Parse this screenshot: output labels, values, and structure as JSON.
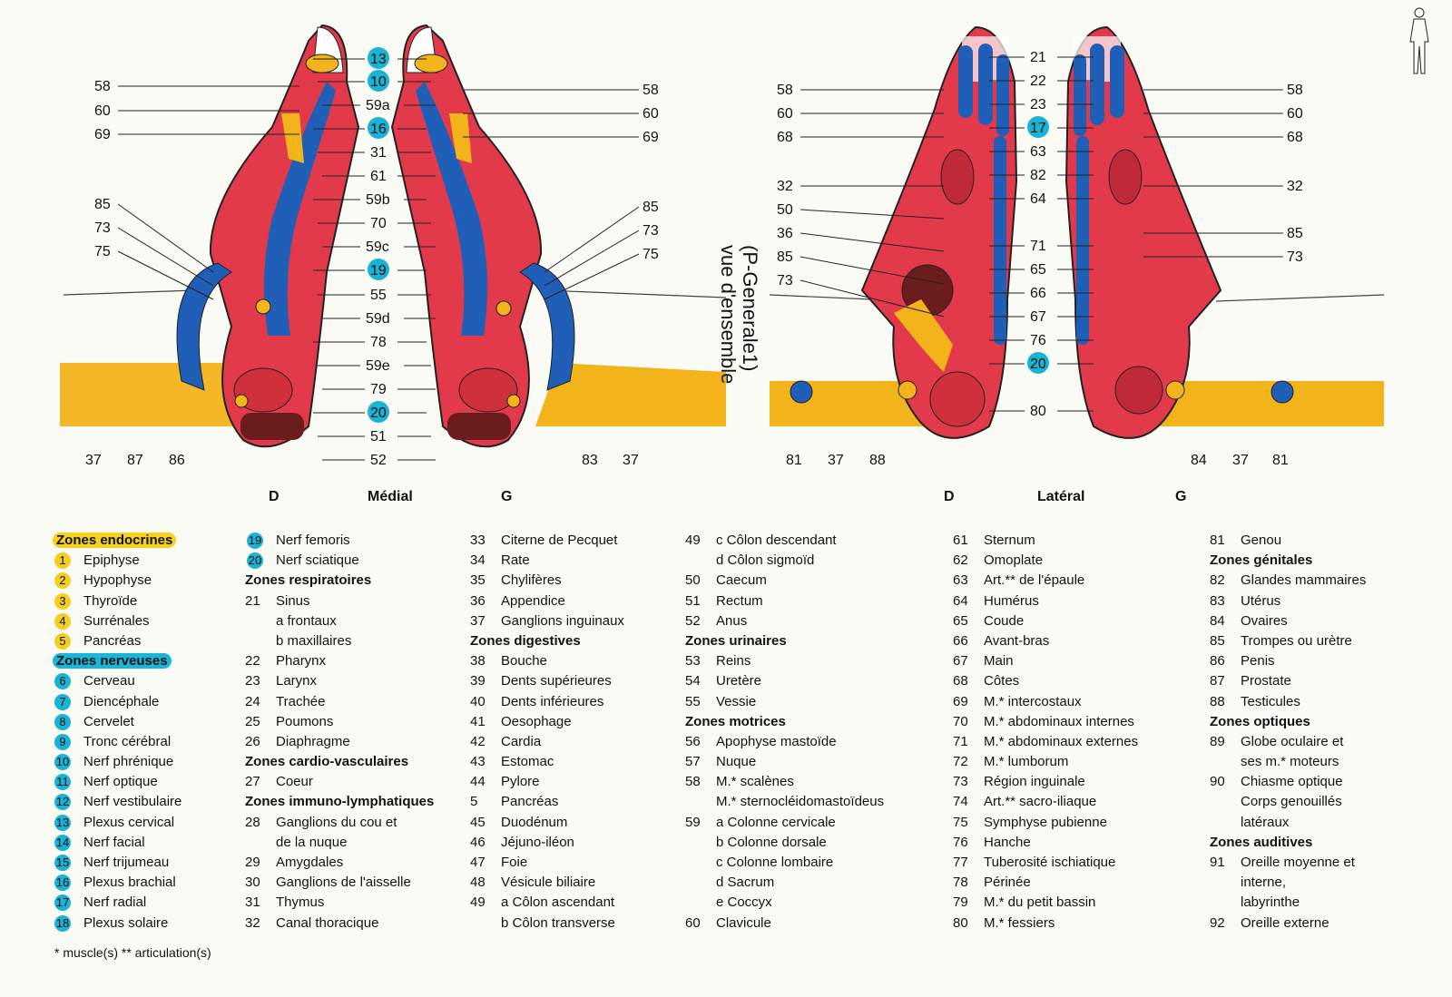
{
  "views": {
    "medial": {
      "right_side": "D",
      "title": "Médial",
      "left_side": "G"
    },
    "lateral": {
      "right_side": "D",
      "title": "Latéral",
      "left_side": "G"
    },
    "vertical_title_line1": "vue d'ensemble",
    "vertical_title_line2": "(P-Generale1)"
  },
  "medial_labels": {
    "left": [
      "58",
      "60",
      "69",
      "85",
      "73",
      "75",
      "37",
      "87",
      "86"
    ],
    "center": [
      "13",
      "10",
      "59a",
      "16",
      "31",
      "61",
      "59b",
      "70",
      "59c",
      "19",
      "55",
      "59d",
      "78",
      "59e",
      "79",
      "20",
      "51",
      "52"
    ],
    "right": [
      "58",
      "60",
      "69",
      "85",
      "73",
      "75",
      "83",
      "37"
    ]
  },
  "lateral_labels": {
    "left": [
      "58",
      "60",
      "68",
      "32",
      "50",
      "36",
      "85",
      "73",
      "81",
      "37",
      "88"
    ],
    "center": [
      "21",
      "22",
      "23",
      "17",
      "63",
      "82",
      "64",
      "71",
      "65",
      "66",
      "67",
      "76",
      "20",
      "80"
    ],
    "right": [
      "58",
      "60",
      "68",
      "32",
      "85",
      "73",
      "84",
      "37",
      "81"
    ]
  },
  "colors": {
    "red": "#e23a4a",
    "blue": "#1f5fb8",
    "yellow": "#f3b31b",
    "dark": "#6b1d1d",
    "cyan": "#19b3d5"
  },
  "legend": {
    "col1": [
      {
        "type": "section",
        "text": "Zones endocrines",
        "hl": "y"
      },
      {
        "n": "1",
        "t": "Epiphyse",
        "dot": "y"
      },
      {
        "n": "2",
        "t": "Hypophyse",
        "dot": "y"
      },
      {
        "n": "3",
        "t": "Thyroïde",
        "dot": "y"
      },
      {
        "n": "4",
        "t": "Surrénales",
        "dot": "y"
      },
      {
        "n": "5",
        "t": "Pancréas",
        "dot": "y"
      },
      {
        "type": "section",
        "text": "Zones nerveuses",
        "hl": "b"
      },
      {
        "n": "6",
        "t": "Cerveau",
        "dot": "b"
      },
      {
        "n": "7",
        "t": "Diencéphale",
        "dot": "b"
      },
      {
        "n": "8",
        "t": "Cervelet",
        "dot": "b"
      },
      {
        "n": "9",
        "t": "Tronc cérébral",
        "dot": "b"
      },
      {
        "n": "10",
        "t": "Nerf phrénique",
        "dot": "b"
      },
      {
        "n": "11",
        "t": "Nerf optique",
        "dot": "b"
      },
      {
        "n": "12",
        "t": "Nerf vestibulaire",
        "dot": "b"
      },
      {
        "n": "13",
        "t": "Plexus cervical",
        "dot": "b"
      },
      {
        "n": "14",
        "t": "Nerf facial",
        "dot": "b"
      },
      {
        "n": "15",
        "t": "Nerf trijumeau",
        "dot": "b"
      },
      {
        "n": "16",
        "t": "Plexus brachial",
        "dot": "b"
      },
      {
        "n": "17",
        "t": "Nerf radial",
        "dot": "b"
      },
      {
        "n": "18",
        "t": "Plexus solaire",
        "dot": "b"
      }
    ],
    "col2": [
      {
        "n": "19",
        "t": "Nerf femoris",
        "dot": "b"
      },
      {
        "n": "20",
        "t": "Nerf sciatique",
        "dot": "b"
      },
      {
        "type": "section",
        "text": "Zones respiratoires"
      },
      {
        "n": "21",
        "t": "Sinus"
      },
      {
        "n": "",
        "t": "a frontaux"
      },
      {
        "n": "",
        "t": "b maxillaires"
      },
      {
        "n": "22",
        "t": "Pharynx"
      },
      {
        "n": "23",
        "t": "Larynx"
      },
      {
        "n": "24",
        "t": "Trachée"
      },
      {
        "n": "25",
        "t": "Poumons"
      },
      {
        "n": "26",
        "t": "Diaphragme"
      },
      {
        "type": "section",
        "text": "Zones cardio-vasculaires"
      },
      {
        "n": "27",
        "t": "Coeur"
      },
      {
        "type": "section",
        "text": "Zones immuno-lymphatiques"
      },
      {
        "n": "28",
        "t": "Ganglions du cou et"
      },
      {
        "n": "",
        "t": "de la nuque"
      },
      {
        "n": "29",
        "t": "Amygdales"
      },
      {
        "n": "30",
        "t": "Ganglions de l'aisselle"
      },
      {
        "n": "31",
        "t": "Thymus"
      },
      {
        "n": "32",
        "t": "Canal thoracique"
      }
    ],
    "col3": [
      {
        "n": "33",
        "t": "Citerne de Pecquet"
      },
      {
        "n": "34",
        "t": "Rate"
      },
      {
        "n": "35",
        "t": "Chylifères"
      },
      {
        "n": "36",
        "t": "Appendice"
      },
      {
        "n": "37",
        "t": "Ganglions inguinaux"
      },
      {
        "type": "section",
        "text": "Zones digestives"
      },
      {
        "n": "38",
        "t": "Bouche"
      },
      {
        "n": "39",
        "t": "Dents supérieures"
      },
      {
        "n": "40",
        "t": "Dents inférieures"
      },
      {
        "n": "41",
        "t": "Oesophage"
      },
      {
        "n": "42",
        "t": "Cardia"
      },
      {
        "n": "43",
        "t": "Estomac"
      },
      {
        "n": "44",
        "t": "Pylore"
      },
      {
        "n": "5",
        "t": "Pancréas"
      },
      {
        "n": "45",
        "t": "Duodénum"
      },
      {
        "n": "46",
        "t": "Jéjuno-iléon"
      },
      {
        "n": "47",
        "t": "Foie"
      },
      {
        "n": "48",
        "t": "Vésicule biliaire"
      },
      {
        "n": "49",
        "t": "a Côlon ascendant"
      },
      {
        "n": "",
        "t": "b Côlon transverse"
      }
    ],
    "col4": [
      {
        "n": "49",
        "t": "c Côlon descendant"
      },
      {
        "n": "",
        "t": "d Côlon sigmoïd"
      },
      {
        "n": "50",
        "t": "Caecum"
      },
      {
        "n": "51",
        "t": "Rectum"
      },
      {
        "n": "52",
        "t": "Anus"
      },
      {
        "type": "section",
        "text": "Zones urinaires"
      },
      {
        "n": "53",
        "t": "Reins"
      },
      {
        "n": "54",
        "t": "Uretère"
      },
      {
        "n": "55",
        "t": "Vessie"
      },
      {
        "type": "section",
        "text": "Zones motrices"
      },
      {
        "n": "56",
        "t": "Apophyse mastoïde"
      },
      {
        "n": "57",
        "t": "Nuque"
      },
      {
        "n": "58",
        "t": "M.* scalènes"
      },
      {
        "n": "",
        "t": "M.* sternocléidomastoïdeus"
      },
      {
        "n": "59",
        "t": "a Colonne cervicale"
      },
      {
        "n": "",
        "t": "b Colonne dorsale"
      },
      {
        "n": "",
        "t": "c Colonne lombaire"
      },
      {
        "n": "",
        "t": "d Sacrum"
      },
      {
        "n": "",
        "t": "e Coccyx"
      },
      {
        "n": "60",
        "t": "Clavicule"
      }
    ],
    "col5": [
      {
        "n": "61",
        "t": "Sternum"
      },
      {
        "n": "62",
        "t": "Omoplate"
      },
      {
        "n": "63",
        "t": "Art.** de l'épaule"
      },
      {
        "n": "64",
        "t": "Humérus"
      },
      {
        "n": "65",
        "t": "Coude"
      },
      {
        "n": "66",
        "t": "Avant-bras"
      },
      {
        "n": "67",
        "t": "Main"
      },
      {
        "n": "68",
        "t": "Côtes"
      },
      {
        "n": "69",
        "t": "M.* intercostaux"
      },
      {
        "n": "70",
        "t": "M.* abdominaux internes"
      },
      {
        "n": "71",
        "t": "M.* abdominaux externes"
      },
      {
        "n": "72",
        "t": "M.* lumborum"
      },
      {
        "n": "73",
        "t": "Région inguinale"
      },
      {
        "n": "74",
        "t": "Art.** sacro-iliaque"
      },
      {
        "n": "75",
        "t": "Symphyse pubienne"
      },
      {
        "n": "76",
        "t": "Hanche"
      },
      {
        "n": "77",
        "t": "Tuberosité ischiatique"
      },
      {
        "n": "78",
        "t": "Périnée"
      },
      {
        "n": "79",
        "t": "M.* du petit bassin"
      },
      {
        "n": "80",
        "t": "M.* fessiers"
      }
    ],
    "col6": [
      {
        "n": "81",
        "t": "Genou"
      },
      {
        "type": "section",
        "text": "Zones génitales"
      },
      {
        "n": "82",
        "t": "Glandes mammaires"
      },
      {
        "n": "83",
        "t": "Utérus"
      },
      {
        "n": "84",
        "t": "Ovaires"
      },
      {
        "n": "85",
        "t": "Trompes ou urètre"
      },
      {
        "n": "86",
        "t": "Penis"
      },
      {
        "n": "87",
        "t": "Prostate"
      },
      {
        "n": "88",
        "t": "Testicules"
      },
      {
        "type": "section",
        "text": "Zones optiques"
      },
      {
        "n": "89",
        "t": "Globe oculaire et"
      },
      {
        "n": "",
        "t": "ses m.* moteurs"
      },
      {
        "n": "90",
        "t": "Chiasme optique"
      },
      {
        "n": "",
        "t": "Corps genouillés"
      },
      {
        "n": "",
        "t": "latéraux"
      },
      {
        "type": "section",
        "text": "Zones auditives"
      },
      {
        "n": "91",
        "t": "Oreille moyenne et"
      },
      {
        "n": "",
        "t": "interne,"
      },
      {
        "n": "",
        "t": "labyrinthe"
      },
      {
        "n": "92",
        "t": "Oreille externe"
      }
    ]
  },
  "footnote": "* muscle(s)  ** articulation(s)"
}
